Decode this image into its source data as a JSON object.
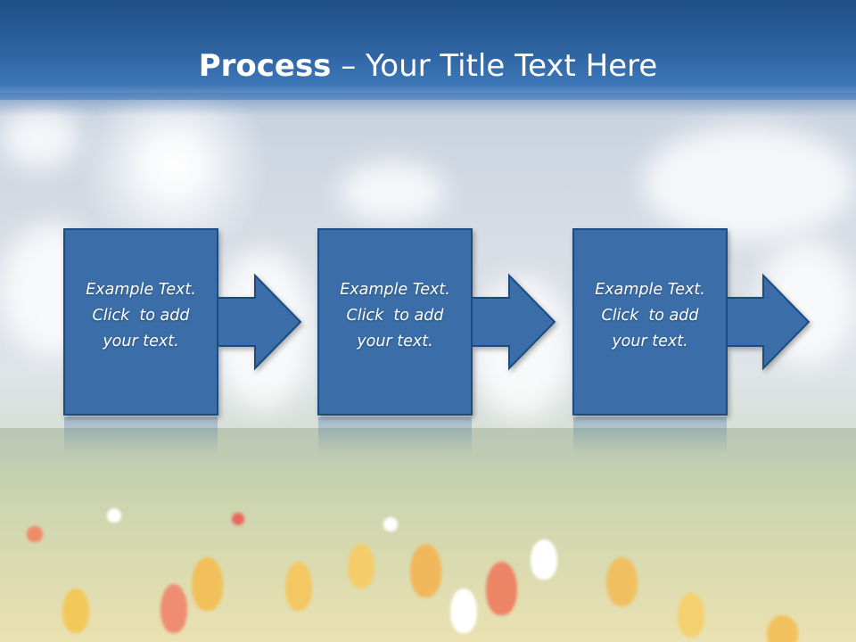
{
  "slide": {
    "title_bold": "Process",
    "title_rest": " – Your Title Text Here",
    "steps": [
      {
        "line1": "Example Text.",
        "line2": "Click  to add",
        "line3": "your text."
      },
      {
        "line1": "Example Text.",
        "line2": "Click  to add",
        "line3": "your text."
      },
      {
        "line1": "Example Text.",
        "line2": "Click  to add",
        "line3": "your text."
      }
    ]
  },
  "colors": {
    "header": "#2f65a3",
    "box_fill": "#3a6ea8",
    "box_border": "#1d4c80"
  }
}
